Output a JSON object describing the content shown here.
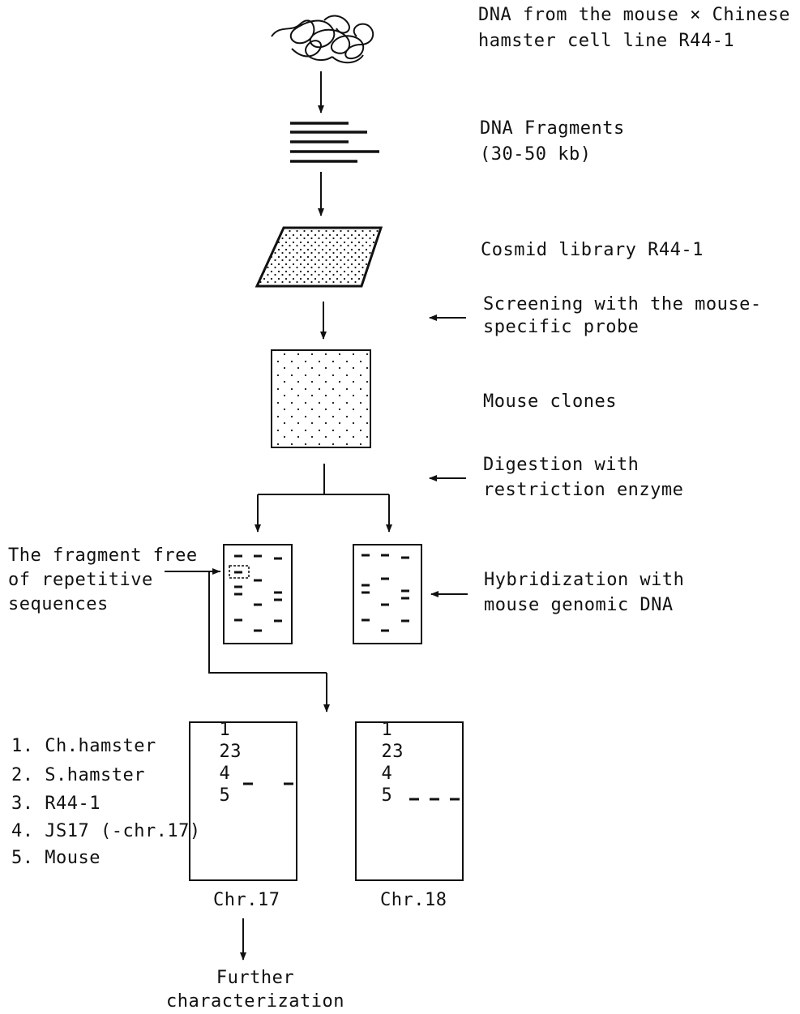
{
  "steps": {
    "dna_source": [
      "DNA from the mouse × Chinese",
      "hamster cell line R44-1"
    ],
    "fragments": [
      "DNA Fragments",
      "(30-50 kb)"
    ],
    "library": "Cosmid library R44-1",
    "screening": [
      "Screening with the mouse-",
      "specific probe"
    ],
    "clones": "Mouse clones",
    "digestion": [
      "Digestion with",
      "restriction enzyme"
    ],
    "hybridization": [
      "Hybridization with",
      "mouse genomic DNA"
    ],
    "fragment_free": [
      "The fragment free",
      "of repetitive",
      "sequences"
    ],
    "further": [
      "Further",
      "characterization"
    ]
  },
  "southern": {
    "lane_numbers": [
      "1",
      "2",
      "3",
      "4",
      "5"
    ],
    "legend": [
      "1. Ch.hamster",
      "2. S.hamster",
      "3. R44-1",
      "4. JS17 (-chr.17)",
      "5. Mouse"
    ],
    "blots": [
      {
        "label": "Chr.17",
        "band_lanes": [
          3,
          5
        ]
      },
      {
        "label": "Chr.18",
        "band_lanes": [
          3,
          4,
          5
        ]
      }
    ]
  },
  "colors": {
    "ink": "#111111",
    "background": "#ffffff"
  }
}
